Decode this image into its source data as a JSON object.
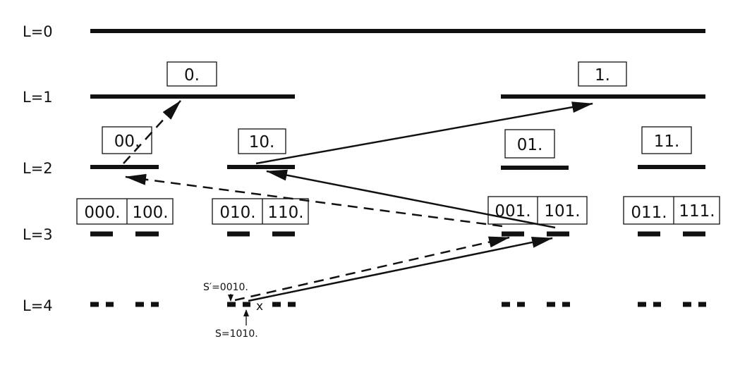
{
  "levels": [
    "L=0",
    "L=1",
    "L=2",
    "L=3",
    "L=4"
  ],
  "level1_boxes": [
    "0.",
    "1."
  ],
  "level2_boxes": [
    "00.",
    "10.",
    "01.",
    "11."
  ],
  "level3_boxes": [
    [
      "000.",
      "100."
    ],
    [
      "010.",
      "110."
    ],
    [
      "001.",
      "101."
    ],
    [
      "011.",
      "111."
    ]
  ],
  "annotations": {
    "s_prime": "S′=0010.",
    "s": "S=1010.",
    "x_mark": "x"
  },
  "colors": {
    "ink": "#111111",
    "background": "#ffffff"
  }
}
